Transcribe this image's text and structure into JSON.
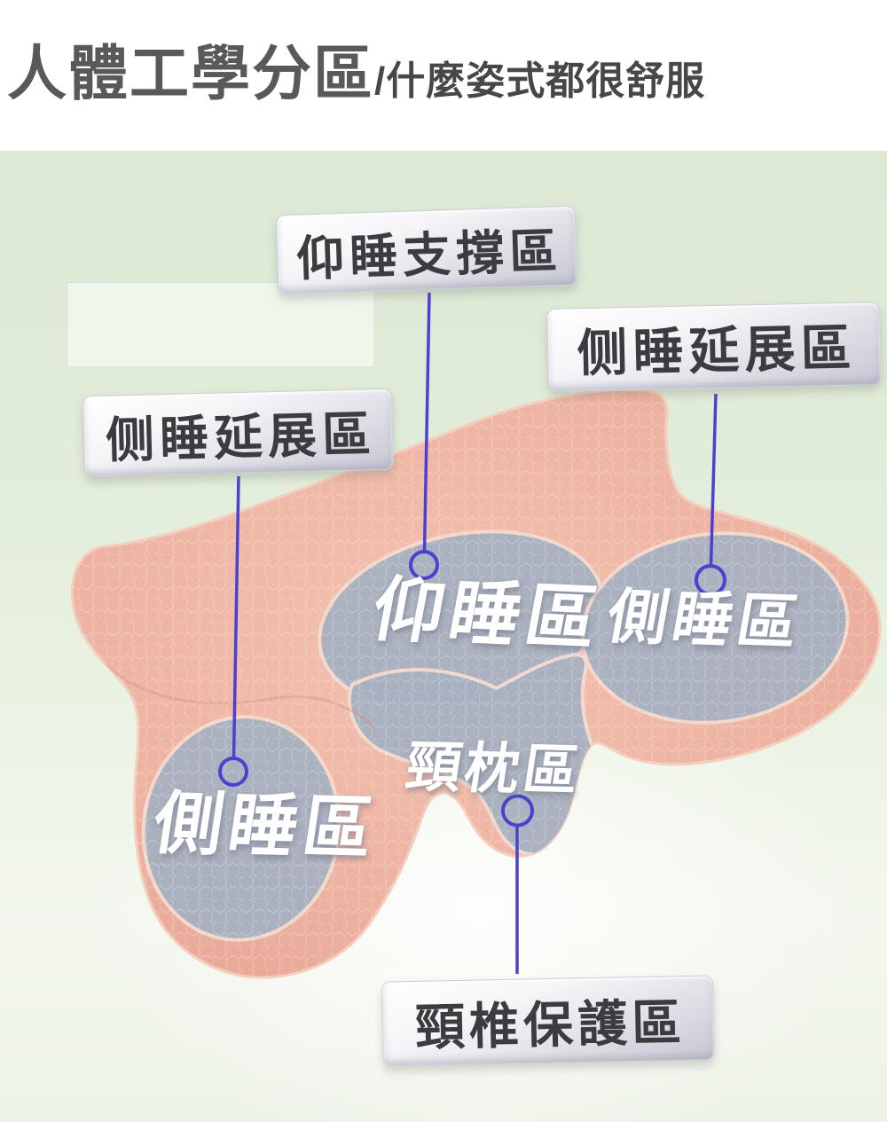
{
  "header": {
    "title_main": "人體工學分區",
    "title_sub": "/什麼姿式都很舒服"
  },
  "badges": {
    "top": {
      "label": "仰睡支撐區"
    },
    "right": {
      "label": "侧睡延展區"
    },
    "left": {
      "label": "侧睡延展區"
    },
    "bottom": {
      "label": "頸椎保護區"
    }
  },
  "zones": {
    "supine": {
      "label": "仰睡區"
    },
    "side_right": {
      "label": "側睡區"
    },
    "neck": {
      "label": "頸枕區"
    },
    "side_left": {
      "label": "側睡區"
    }
  },
  "colors": {
    "background_green": "#dfebd8",
    "background_fade": "#f5f8f1",
    "pillow_pink": "#eeb4a3",
    "pillow_rim": "#f5cdbd",
    "zone_gray": "#a7b1c0",
    "connector_blue": "#4a42cf",
    "badge_silver": "#e9e9ee",
    "badge_text": "#3b3b40",
    "title_gray": "#59595c",
    "zone_label_white": "#ffffff"
  }
}
